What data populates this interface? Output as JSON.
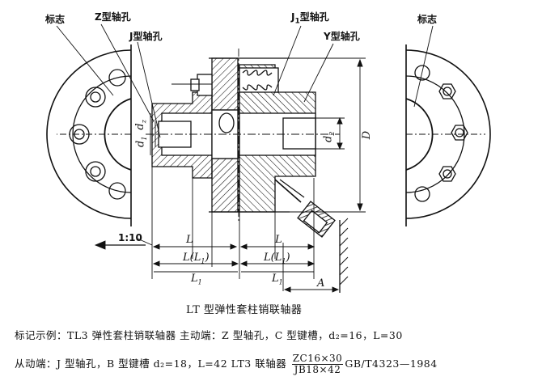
{
  "labels": {
    "mark_left": "标志",
    "z_bore": "Z型轴孔",
    "j_bore": "J型轴孔",
    "j1_bore_prefix": "J",
    "j1_bore_sub": "1",
    "j1_bore_suffix": "型轴孔",
    "y_bore": "Y型轴孔",
    "mark_right": "标志",
    "taper": "1:10",
    "dim_d1": "d",
    "dim_d1_sub": "1",
    "dim_dz": "d",
    "dim_dz_sub": "z",
    "dim_d2": "d",
    "dim_d2_sub": "2",
    "dim_D": "D",
    "dim_L_left": "L",
    "dim_L_right": "L",
    "dim_LL1_left": "L(L",
    "dim_LL1_left_sub": "1",
    "dim_LL1_left_close": ")",
    "dim_LL1_right": "L(L",
    "dim_LL1_right_sub": "1",
    "dim_LL1_right_close": ")",
    "dim_L1_left": "L",
    "dim_L1_left_sub": "1",
    "dim_L1_right": "L",
    "dim_L1_right_sub": "1",
    "dim_A": "A"
  },
  "caption": {
    "title": "LT 型弹性套柱销联轴器",
    "line1": "标记示例：TL3 弹性套柱销联轴器   主动端：Z 型轴孔，C 型键槽，d₂=16，L=30",
    "line2_prefix": "从动端：J 型轴孔，B 型键槽 d₂=18，L=42   LT3 联轴器",
    "frac_num": "ZC16×30",
    "frac_den": "JB18×42",
    "line2_suffix": "GB/T4323—1984"
  }
}
